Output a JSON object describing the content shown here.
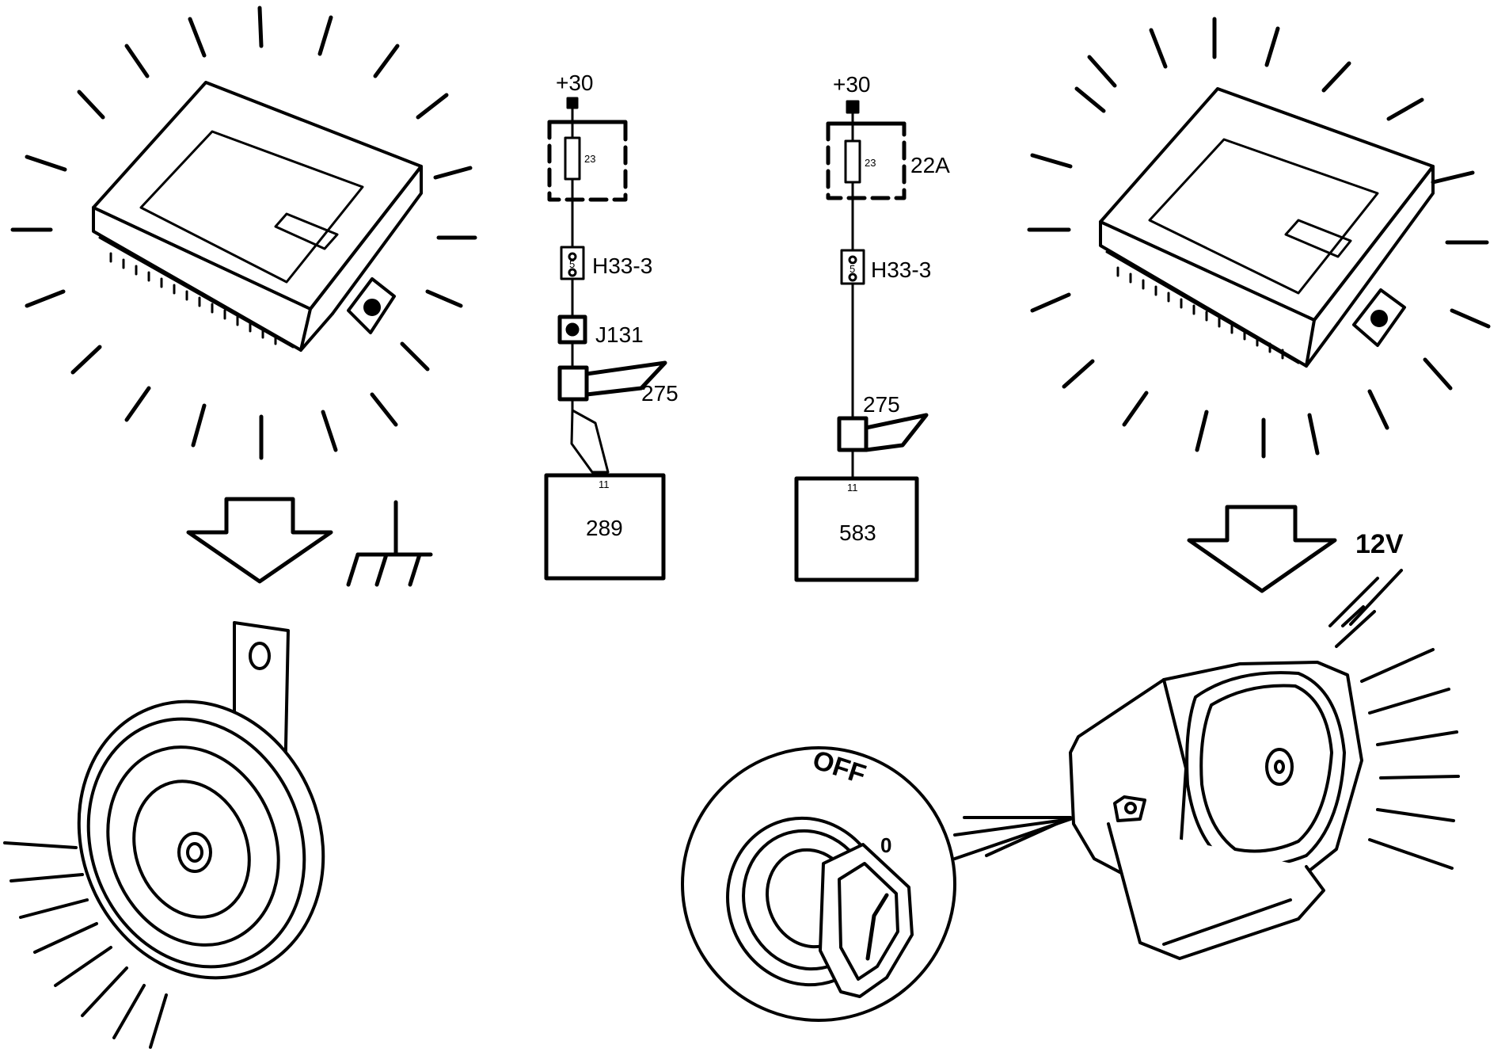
{
  "circuit_left": {
    "supply": "+30",
    "fuse_number": "23",
    "connector": "H33-3",
    "connector_pin": "5",
    "junction": "J131",
    "wire": "275",
    "pin": "11",
    "component": "289"
  },
  "circuit_right": {
    "supply": "+30",
    "fuse_number": "23",
    "fuse_box": "22A",
    "connector": "H33-3",
    "connector_pin": "5",
    "wire": "275",
    "pin": "11",
    "component": "583"
  },
  "right_voltage": "12V",
  "key_switch": {
    "position_label": "OFF",
    "key_mark": "0"
  }
}
